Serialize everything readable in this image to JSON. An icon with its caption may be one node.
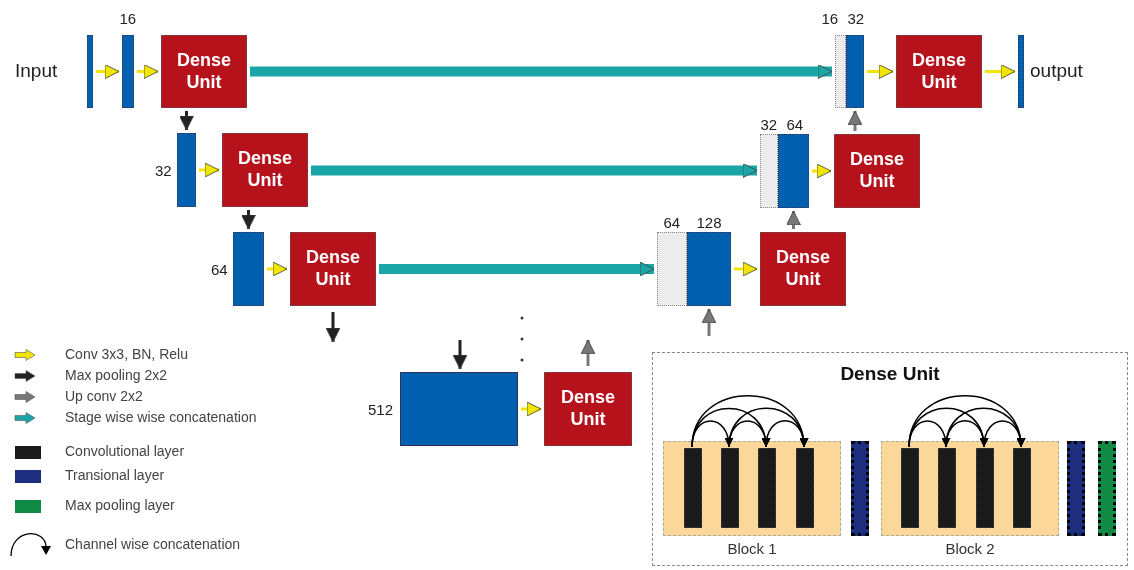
{
  "diagram": {
    "nodes": [
      {
        "text": [],
        "shape": "bar",
        "beside": [
          "Input"
        ]
      },
      {
        "text": [],
        "shape": "bar",
        "beside": [
          "16"
        ]
      },
      {
        "text": [
          "Dense Unit"
        ]
      },
      {
        "text": [],
        "shape": "bar",
        "beside": [
          "32"
        ]
      },
      {
        "text": [
          "Dense Unit"
        ]
      },
      {
        "text": [],
        "shape": "bar",
        "beside": [
          "64"
        ]
      },
      {
        "text": [
          "Dense Unit"
        ]
      },
      {
        "text": [],
        "shape": "box",
        "beside": [
          "512"
        ]
      },
      {
        "text": [
          "Dense Unit"
        ]
      },
      {
        "text": [],
        "shape": "bar",
        "beside": [
          "64"
        ]
      },
      {
        "text": [],
        "shape": "bar",
        "beside": [
          "128"
        ]
      },
      {
        "text": [
          "Dense Unit"
        ]
      },
      {
        "text": [],
        "shape": "bar",
        "beside": [
          "32"
        ]
      },
      {
        "text": [],
        "shape": "bar",
        "beside": [
          "64"
        ]
      },
      {
        "text": [
          "Dense Unit"
        ]
      },
      {
        "text": [],
        "shape": "bar",
        "beside": [
          "16"
        ]
      },
      {
        "text": [],
        "shape": "bar",
        "beside": [
          "32"
        ]
      },
      {
        "text": [
          "Dense Unit"
        ]
      },
      {
        "text": [],
        "shape": "bar",
        "beside": [
          "output"
        ]
      },
      {
        "text": [
          "Dense Unit"
        ]
      },
      {
        "text": [
          "Block 1"
        ],
        "in": 19
      },
      {
        "text": [],
        "shape": "bar",
        "in": 20
      },
      {
        "text": [],
        "shape": "bar",
        "in": 20
      },
      {
        "text": [],
        "shape": "bar",
        "in": 20
      },
      {
        "text": [],
        "shape": "bar",
        "in": 20
      },
      {
        "text": [],
        "shape": "bar",
        "in": 19
      },
      {
        "text": [
          "Block 2"
        ],
        "in": 19
      },
      {
        "text": [],
        "shape": "bar",
        "in": 26
      },
      {
        "text": [],
        "shape": "bar",
        "in": 26
      },
      {
        "text": [],
        "shape": "bar",
        "in": 26
      },
      {
        "text": [],
        "shape": "bar",
        "in": 26
      },
      {
        "text": [],
        "shape": "bar",
        "in": 19
      },
      {
        "text": [],
        "shape": "bar",
        "in": 19
      }
    ],
    "edges": [
      {
        "from": 0,
        "to": 1,
        "arrow": "to",
        "color": "#f2e600"
      },
      {
        "from": 1,
        "to": 2,
        "arrow": "to",
        "color": "#f2e600"
      },
      {
        "from": 2,
        "to": 15,
        "arrow": "to",
        "style": "thick",
        "color": "#1aa6a6"
      },
      {
        "from": 2,
        "to": 3,
        "arrow": "to",
        "color": "#222222"
      },
      {
        "from": 3,
        "to": 4,
        "arrow": "to",
        "color": "#f2e600"
      },
      {
        "from": 4,
        "to": 12,
        "arrow": "to",
        "style": "thick",
        "color": "#1aa6a6"
      },
      {
        "from": 4,
        "to": 5,
        "arrow": "to",
        "color": "#222222"
      },
      {
        "from": 5,
        "to": 6,
        "arrow": "to",
        "color": "#f2e600"
      },
      {
        "from": 6,
        "to": 9,
        "arrow": "to",
        "style": "thick",
        "color": "#1aa6a6"
      },
      {
        "from": 6,
        "to": null,
        "arrow": "to",
        "color": "#222222"
      },
      {
        "from": null,
        "to": 7,
        "arrow": "to",
        "color": "#222222"
      },
      {
        "from": 7,
        "to": 8,
        "arrow": "to",
        "color": "#f2e600"
      },
      {
        "from": 8,
        "to": null,
        "arrow": "to",
        "color": "#777777"
      },
      {
        "from": null,
        "to": 10,
        "arrow": "to",
        "color": "#777777"
      },
      {
        "from": 10,
        "to": 11,
        "arrow": "to",
        "color": "#f2e600"
      },
      {
        "from": 11,
        "to": 13,
        "arrow": "to",
        "color": "#777777"
      },
      {
        "from": 13,
        "to": 14,
        "arrow": "to",
        "color": "#f2e600"
      },
      {
        "from": 14,
        "to": 16,
        "arrow": "to",
        "color": "#777777"
      },
      {
        "from": 16,
        "to": 17,
        "arrow": "to",
        "color": "#f2e600"
      },
      {
        "from": 17,
        "to": 18,
        "arrow": "to",
        "color": "#f2e600"
      },
      {
        "from": 21,
        "to": 22,
        "arrow": "to"
      },
      {
        "from": 21,
        "to": 23,
        "arrow": "to"
      },
      {
        "from": 21,
        "to": 24,
        "arrow": "to"
      },
      {
        "from": 22,
        "to": 23,
        "arrow": "to"
      },
      {
        "from": 22,
        "to": 24,
        "arrow": "to"
      },
      {
        "from": 23,
        "to": 24,
        "arrow": "to"
      },
      {
        "from": 27,
        "to": 28,
        "arrow": "to"
      },
      {
        "from": 27,
        "to": 29,
        "arrow": "to"
      },
      {
        "from": 27,
        "to": 30,
        "arrow": "to"
      },
      {
        "from": 28,
        "to": 29,
        "arrow": "to"
      },
      {
        "from": 28,
        "to": 30,
        "arrow": "to"
      },
      {
        "from": 29,
        "to": 30,
        "arrow": "to"
      }
    ],
    "legend": [
      {
        "text": "Conv 3x3, BN, Relu"
      },
      {
        "text": "Max pooling 2x2"
      },
      {
        "text": "Up conv 2x2"
      },
      {
        "text": "Stage wise wise concatenation"
      },
      {
        "text": "Convolutional layer",
        "color": "#1a1a1a"
      },
      {
        "text": "Transional layer",
        "color": "#1f2f80"
      },
      {
        "text": "Max pooling layer",
        "color": "#118a45"
      },
      {
        "text": "Channel wise concatenation"
      }
    ]
  }
}
